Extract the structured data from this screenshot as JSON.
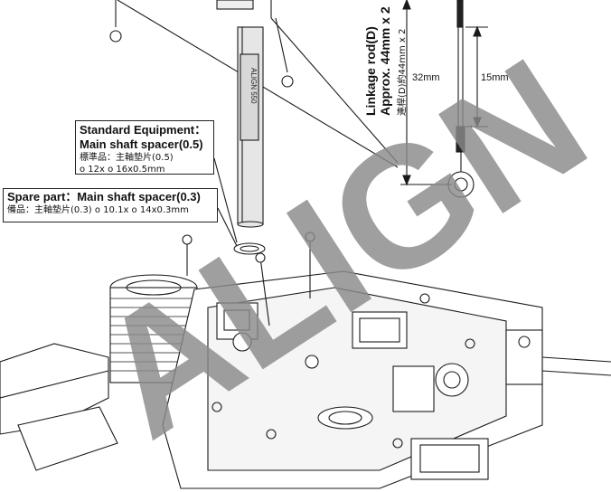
{
  "standard_equipment": {
    "title": "Standard Equipment：",
    "part": "Main shaft spacer(0.5)",
    "zh_name": "標準品：主軸墊片(0.5)",
    "zh_size": "ο 12x ο 16x0.5mm"
  },
  "spare_part": {
    "title": "Spare part：Main shaft spacer(0.3)",
    "zh_line": "備品：主軸墊片(0.3)   ο 10.1x ο 14x0.3mm"
  },
  "linkage_rod": {
    "name": "Linkage rod(D)",
    "approx": "Approx. 44mm x 2",
    "zh": "連桿(D)約44mm x 2"
  },
  "dimensions": {
    "overall": "32mm",
    "partial": "15mm"
  },
  "watermark": "ALIGN",
  "colors": {
    "watermark": "#8a8a8a",
    "line": "#1a1a1a",
    "shaft_fill": "#e6e6e6"
  }
}
